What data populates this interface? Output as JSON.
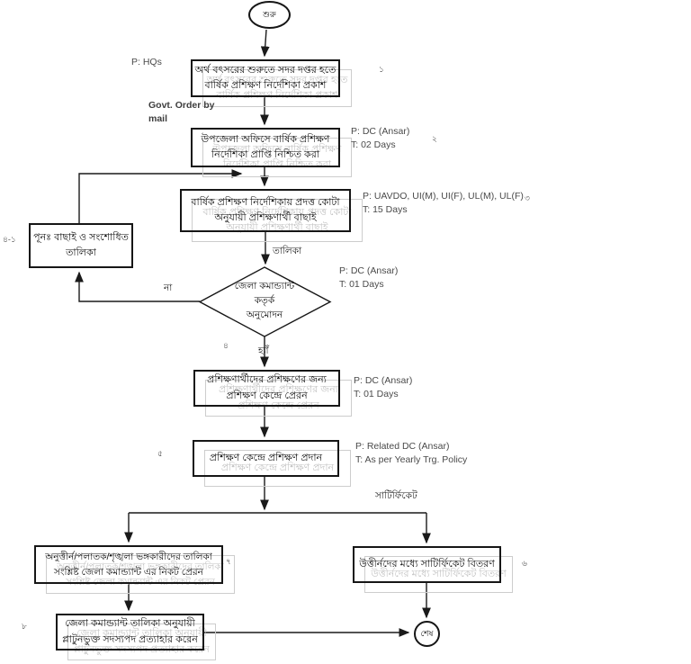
{
  "colors": {
    "line": "#1a1a1a",
    "ghost_border": "#cdcdcd",
    "ghost_text": "#c2c2c2",
    "annotation_text": "#4a4a4a"
  },
  "flowchart": {
    "terminals": {
      "start": "শুরু",
      "end": "শেষ"
    },
    "boxes": {
      "publish": {
        "text": "অর্থ বৎসরের শুরুতে সদর দপ্তর হতে\nবার্ষিক প্রশিক্ষণ নির্দেশিকা প্রকাশ"
      },
      "receive": {
        "text": "উপজেলা অফিসে বার্ষিক প্রশিক্ষণ\nনির্দেশিকা প্রাপ্তি নিশ্চিত করা"
      },
      "select": {
        "text": "বার্ষিক প্রশিক্ষণ নির্দেশিকায় প্রদত্ত কোটা\nঅনুযায়ী প্রশিক্ষণার্থী বাছাই"
      },
      "revised_list": {
        "text": "পূনঃ বাছাই ও সংশোধিত\nতালিকা"
      },
      "decision": {
        "text": "জেলা কমান্ড্যান্ট\nকতৃর্ক\nঅনুমোদন"
      },
      "send": {
        "text": "প্রশিক্ষণার্থীদের প্রশিক্ষণের জন্য\nপ্রশিক্ষণ কেন্দ্রে প্রেরন"
      },
      "training": {
        "text": "প্রশিক্ষণ কেন্দ্রে প্রশিক্ষণ প্রদান"
      },
      "fail_list": {
        "text": "অনুত্তীর্ন/পলাতক/শৃঙ্খলা ভঙ্গকারীদের তালিকা\nসংশ্লিষ্ট জেলা কমান্ড্যান্ট এর নিকট প্রেরন"
      },
      "certificates": {
        "text": "উত্তীর্নদের মধ্যে সাটির্ফিকেট বিতরণ"
      },
      "withdraw": {
        "text": "জেলা কমান্ড্যান্ট তালিকা অনুযায়ী\nপ্লাটুনভুক্ত সদস্যপদ প্রত্যাহার করেন"
      }
    },
    "edge_labels": {
      "list": "তালিকা",
      "no": "না",
      "yes": "হ্যাঁ",
      "certificate": "সাটির্ফিকেট",
      "govt_order": "Govt. Order by\nmail"
    },
    "annotations": {
      "hq": "P: HQs",
      "receive": "P: DC (Ansar)\nT: 02 Days",
      "select": "P: UAVDO, UI(M), UI(F), UL(M), UL(F)\nT: 15 Days",
      "decision": "P: DC (Ansar)\nT: 01 Days",
      "send": "P: DC (Ansar)\nT: 01 Days",
      "training": "P: Related DC (Ansar)\nT: As per Yearly Trg. Policy"
    },
    "steps": {
      "s1": "১",
      "s2": "২",
      "s3": "৩",
      "s4": "৪",
      "s4_1": "৪-১",
      "s5": "৫",
      "s6": "৬",
      "s7": "৭",
      "s8": "৮"
    }
  }
}
